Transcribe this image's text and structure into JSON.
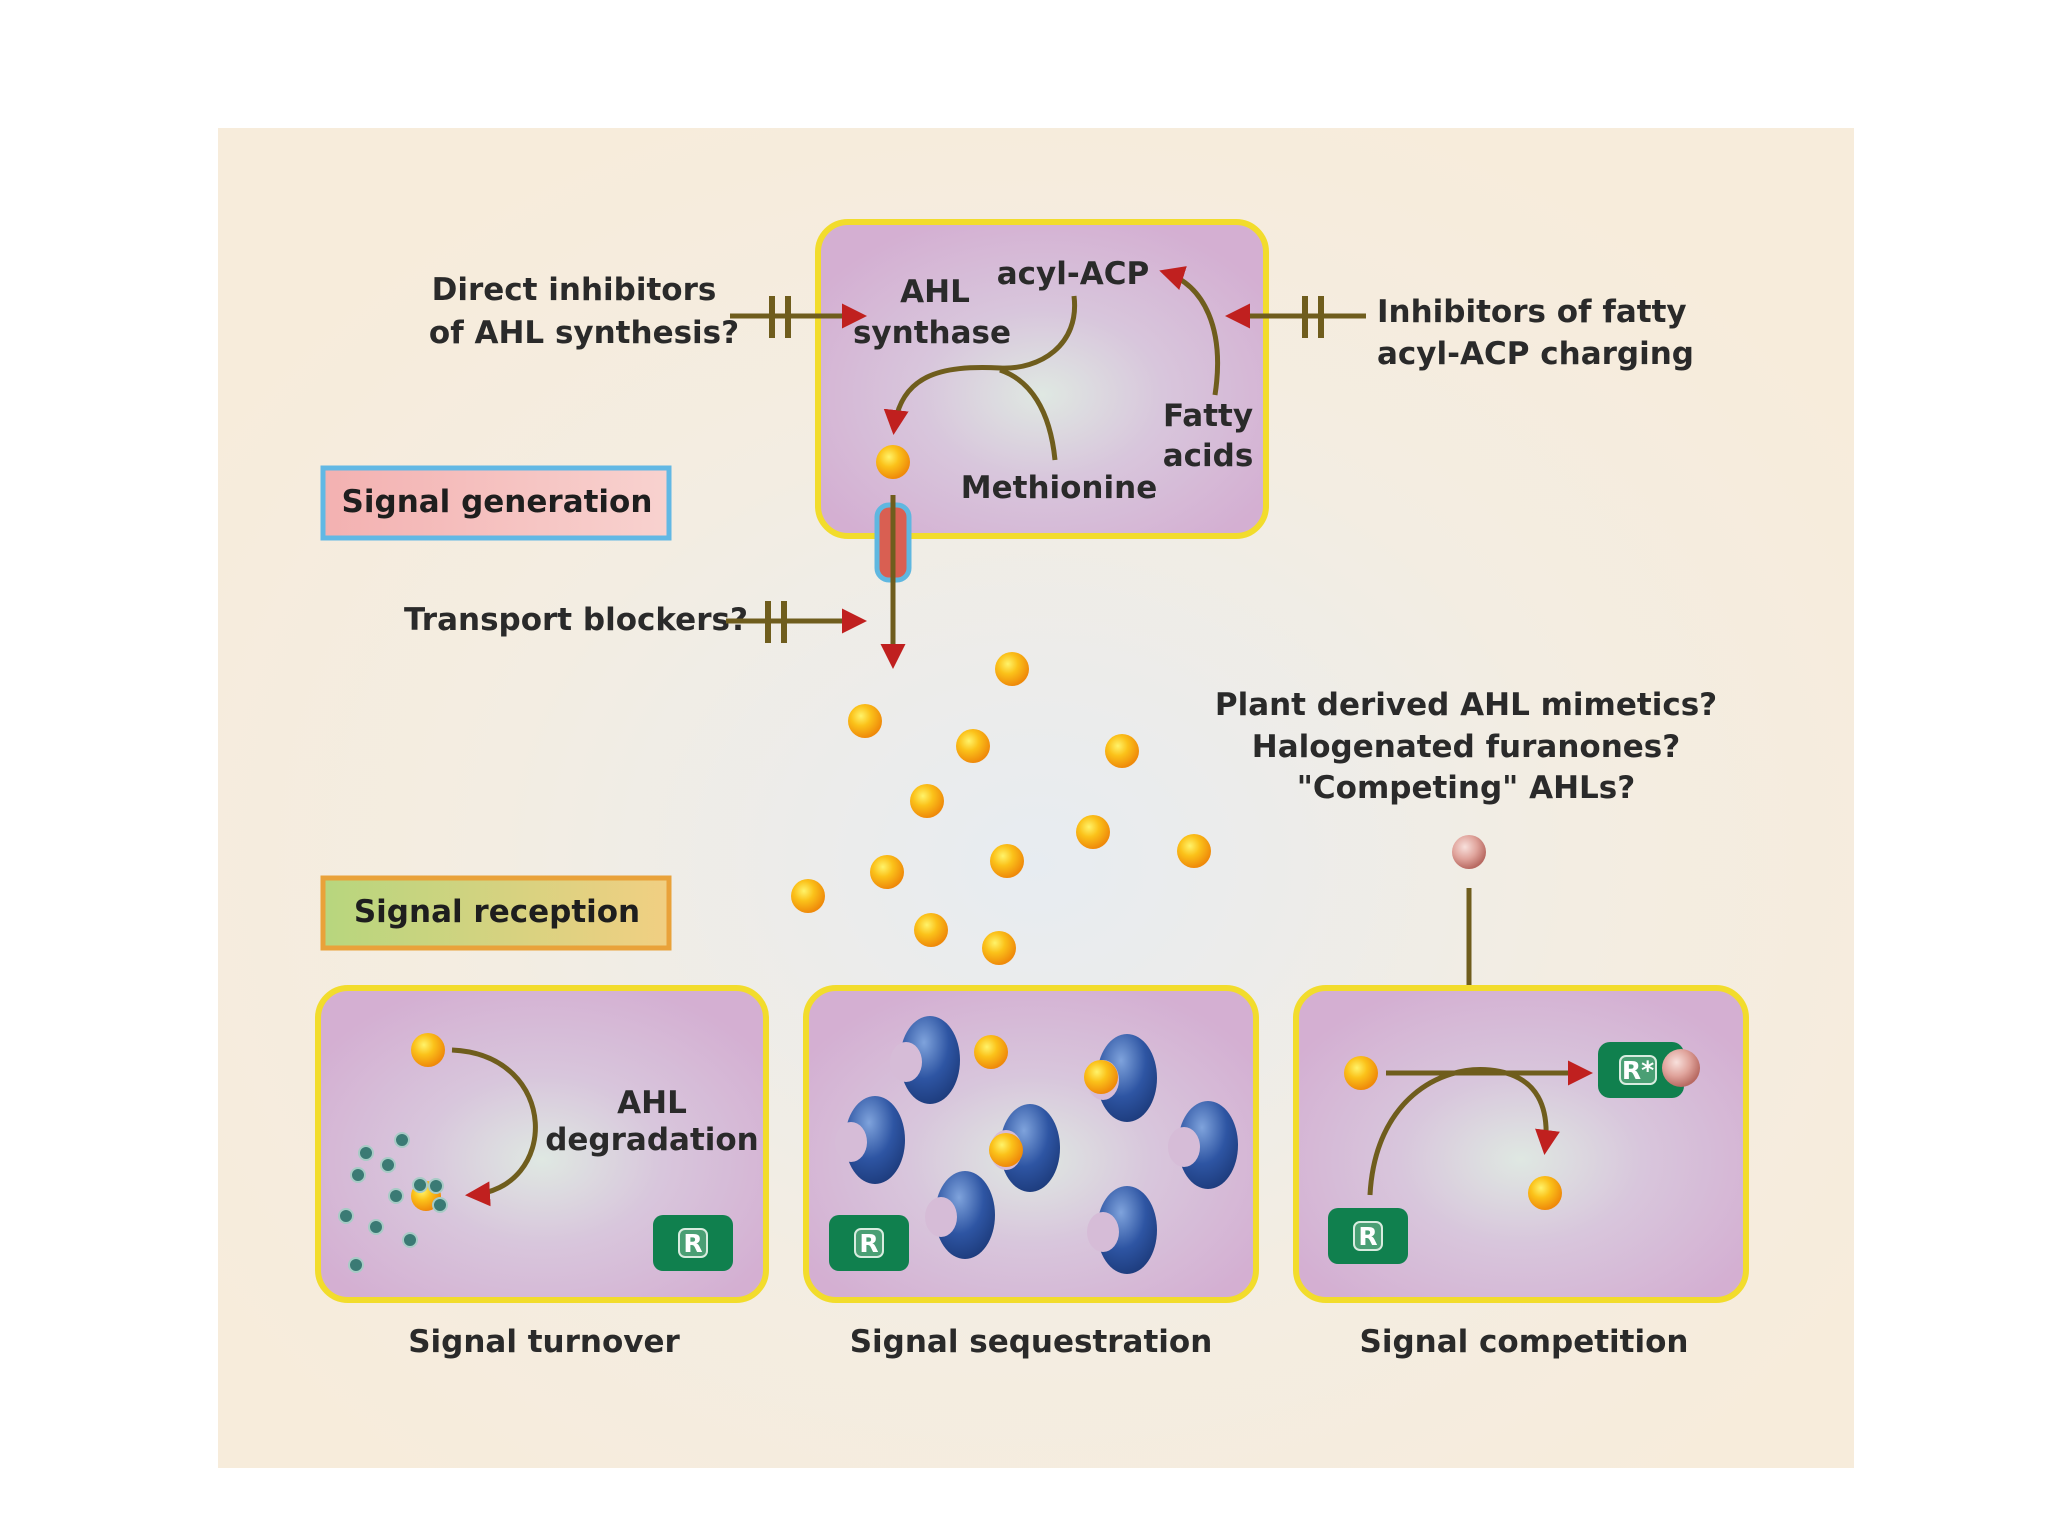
{
  "top_cell": {
    "enzyme": [
      "AHL",
      "synthase"
    ],
    "substrate_acyl": "acyl-ACP",
    "substrate_methionine": "Methionine",
    "substrate_fatty": [
      "Fatty",
      "acids"
    ]
  },
  "inhibitors": {
    "direct": [
      "Direct inhibitors",
      "of AHL synthesis?"
    ],
    "fatty_acyl": [
      "Inhibitors of fatty",
      "acyl-ACP charging"
    ],
    "transport": "Transport blockers?",
    "mimetics": [
      "Plant derived AHL mimetics?",
      "Halogenated furanones?",
      "\"Competing\" AHLs?"
    ]
  },
  "stages": {
    "generation": "Signal generation",
    "reception": "Signal reception"
  },
  "panels": [
    {
      "caption": "Signal turnover",
      "inner_label": [
        "AHL",
        "degradation"
      ],
      "receptor": "R"
    },
    {
      "caption": "Signal sequestration",
      "receptor": "R"
    },
    {
      "caption": "Signal competition",
      "receptor": "R",
      "receptor_bound": "R*"
    }
  ],
  "colors": {
    "background": "#f6ecdc",
    "cell_fill": "#d6b3d3",
    "cell_border": "#f2dc2c",
    "arrow": "#6f5d1d",
    "arrowhead": "#c0201f",
    "molecule": "#f7a80f",
    "receptor": "#10804e",
    "sequester": "#2b4f9c",
    "mimetic": "#dd9a94",
    "fragment": "#3a7a74"
  }
}
